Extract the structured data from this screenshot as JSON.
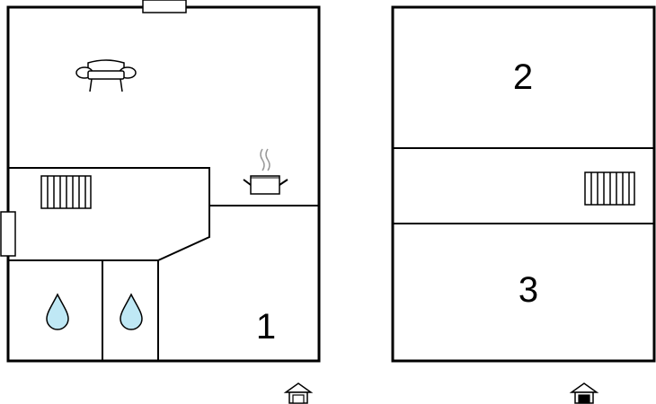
{
  "floors": [
    {
      "name": "ground-floor",
      "rooms": [
        {
          "id": "room-1",
          "label": "1"
        }
      ],
      "icons": [
        "sofa-icon",
        "radiator-icon",
        "cooking-pot-icon",
        "water-drop-icon",
        "water-drop-icon",
        "entrance-icon"
      ]
    },
    {
      "name": "upper-floor",
      "rooms": [
        {
          "id": "room-2",
          "label": "2"
        },
        {
          "id": "room-3",
          "label": "3"
        }
      ],
      "icons": [
        "radiator-icon",
        "entrance-icon"
      ]
    }
  ],
  "colors": {
    "wall": "#000000",
    "background": "#ffffff",
    "water": "#bfe8f5",
    "steam": "#999999"
  }
}
